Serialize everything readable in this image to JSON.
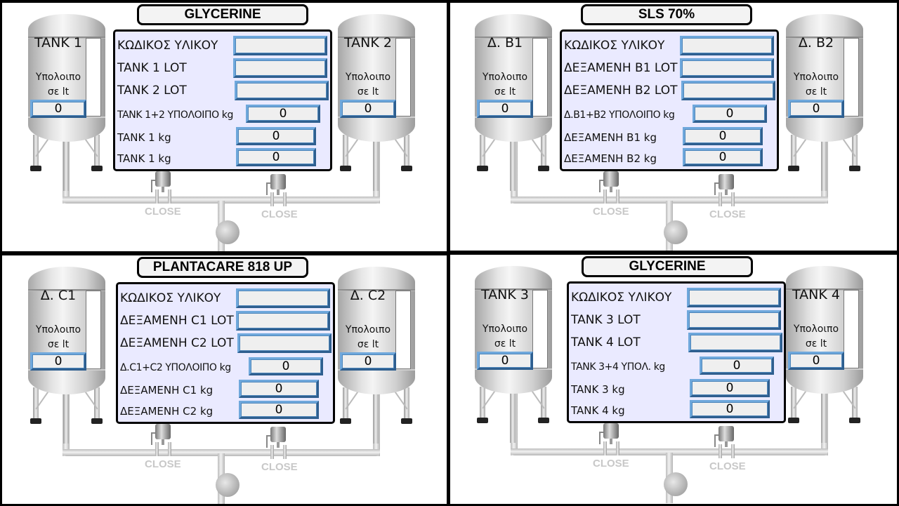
{
  "quadrants": [
    {
      "title": "GLYCERINE",
      "tank_left": {
        "name": "TANK 1",
        "remaining_label_1": "Υπολοιπο",
        "remaining_label_2": "σε lt",
        "value": "0"
      },
      "tank_right": {
        "name": "TANK 2",
        "remaining_label_1": "Υπολοιπο",
        "remaining_label_2": "σε lt",
        "value": "0"
      },
      "fields": [
        {
          "label": "ΚΩΔΙΚΟΣ ΥΛΙΚΟΥ",
          "value": ""
        },
        {
          "label": "TANK 1 LOT",
          "value": ""
        },
        {
          "label": "TANK 2 LOT",
          "value": ""
        },
        {
          "label": "TANK 1+2 ΥΠΟΛΟΙΠΟ kg",
          "value": "0"
        },
        {
          "label": "TANK 1 kg",
          "value": "0"
        },
        {
          "label": "TANK 1 kg",
          "value": "0"
        }
      ],
      "valve_left_state": "CLOSE",
      "valve_right_state": "CLOSE"
    },
    {
      "title": "SLS 70%",
      "tank_left": {
        "name": "Δ. B1",
        "remaining_label_1": "Υπολοιπο",
        "remaining_label_2": "σε lt",
        "value": "0"
      },
      "tank_right": {
        "name": "Δ. B2",
        "remaining_label_1": "Υπολοιπο",
        "remaining_label_2": "σε lt",
        "value": "0"
      },
      "fields": [
        {
          "label": "ΚΩΔΙΚΟΣ ΥΛΙΚΟΥ",
          "value": ""
        },
        {
          "label": "ΔΕΞΑΜΕΝΗ B1 LOT",
          "value": ""
        },
        {
          "label": "ΔΕΞΑΜΕΝΗ B2 LOT",
          "value": ""
        },
        {
          "label": "Δ.B1+B2 ΥΠΟΛΟΙΠΟ kg",
          "value": "0"
        },
        {
          "label": "ΔΕΞΑΜΕΝΗ B1 kg",
          "value": "0"
        },
        {
          "label": "ΔΕΞΑΜΕΝΗ B2 kg",
          "value": "0"
        }
      ],
      "valve_left_state": "CLOSE",
      "valve_right_state": "CLOSE"
    },
    {
      "title": "PLANTACARE 818 UP",
      "tank_left": {
        "name": "Δ. C1",
        "remaining_label_1": "Υπολοιπο",
        "remaining_label_2": "σε lt",
        "value": "0"
      },
      "tank_right": {
        "name": "Δ. C2",
        "remaining_label_1": "Υπολοιπο",
        "remaining_label_2": "σε lt",
        "value": "0"
      },
      "fields": [
        {
          "label": "ΚΩΔΙΚΟΣ ΥΛΙΚΟΥ",
          "value": ""
        },
        {
          "label": "ΔΕΞΑΜΕΝΗ C1 LOT",
          "value": ""
        },
        {
          "label": "ΔΕΞΑΜΕΝΗ C2 LOT",
          "value": ""
        },
        {
          "label": "Δ.C1+C2 ΥΠΟΛΟΙΠΟ kg",
          "value": "0"
        },
        {
          "label": "ΔΕΞΑΜΕΝΗ C1 kg",
          "value": "0"
        },
        {
          "label": "ΔΕΞΑΜΕΝΗ C2 kg",
          "value": "0"
        }
      ],
      "valve_left_state": "CLOSE",
      "valve_right_state": "CLOSE"
    },
    {
      "title": "GLYCERINE",
      "tank_left": {
        "name": "TANK 3",
        "remaining_label_1": "Υπολοιπο",
        "remaining_label_2": "σε lt",
        "value": "0"
      },
      "tank_right": {
        "name": "TANK 4",
        "remaining_label_1": "Υπολοιπο",
        "remaining_label_2": "σε lt",
        "value": "0"
      },
      "fields": [
        {
          "label": "ΚΩΔΙΚΟΣ ΥΛΙΚΟΥ",
          "value": ""
        },
        {
          "label": "TANK 3 LOT",
          "value": ""
        },
        {
          "label": "TANK 4 LOT",
          "value": ""
        },
        {
          "label": "TANK 3+4 ΥΠΟΛ. kg",
          "value": "0"
        },
        {
          "label": "TANK 3 kg",
          "value": "0"
        },
        {
          "label": "TANK 4 kg",
          "value": "0"
        }
      ],
      "valve_left_state": "CLOSE",
      "valve_right_state": "CLOSE"
    }
  ]
}
